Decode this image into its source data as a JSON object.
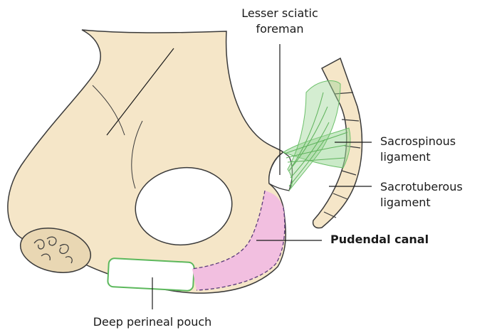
{
  "labels": {
    "lesser_sciatic_foramen": [
      "Lesser sciatic",
      "foreman"
    ],
    "sacrospinous_ligament": [
      "Sacrospinous",
      "ligament"
    ],
    "sacrotuberous_ligament": [
      "Sacrotuberous",
      "ligament"
    ],
    "pudendal_canal": "Pudendal canal",
    "deep_perineal_pouch": "Deep perineal pouch"
  },
  "colors": {
    "bone_fill": "#f5e6c8",
    "bone_outline": "#3a3a3a",
    "ligament_green": "#9fd89a",
    "pudendal_pink": "#f2bfe0",
    "pouch_outline": "#5cb85c",
    "leader_line": "#1a1a1a"
  }
}
